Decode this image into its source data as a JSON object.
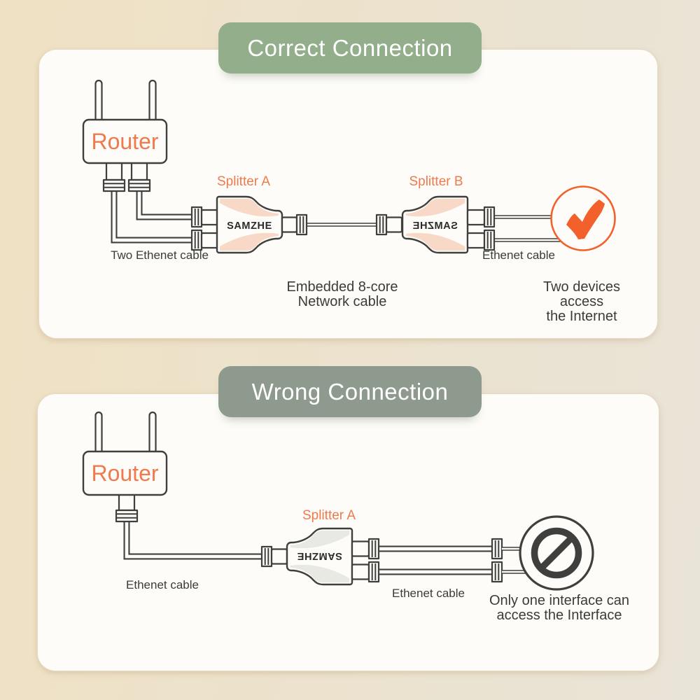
{
  "colors": {
    "banner_correct": "#92ae8b",
    "banner_wrong": "#8e9a8e",
    "accent_orange": "#ee7a4e",
    "check_orange": "#f2612c",
    "splitter_pink": "#f8d8c7",
    "splitter_gray": "#e9e9e4",
    "line": "#3f3f3d",
    "card": "#fdfcf8",
    "text_dark": "#3b3b39"
  },
  "brand": "SAMZHE",
  "correct": {
    "title": "Correct Connection",
    "router": "Router",
    "splitter_a": "Splitter A",
    "splitter_b": "Splitter B",
    "label_two_cables": "Two Ethenet cable",
    "label_cable": "Ethenet cable",
    "caption_mid_1": "Embedded 8-core",
    "caption_mid_2": "Network cable",
    "caption_result_1": "Two devices access",
    "caption_result_2": "the Internet"
  },
  "wrong": {
    "title": "Wrong Connection",
    "router": "Router",
    "splitter_a": "Splitter A",
    "label_cable_left": "Ethenet cable",
    "label_cable_right": "Ethenet cable",
    "caption_result_1": "Only one interface can",
    "caption_result_2": "access the Interface"
  }
}
